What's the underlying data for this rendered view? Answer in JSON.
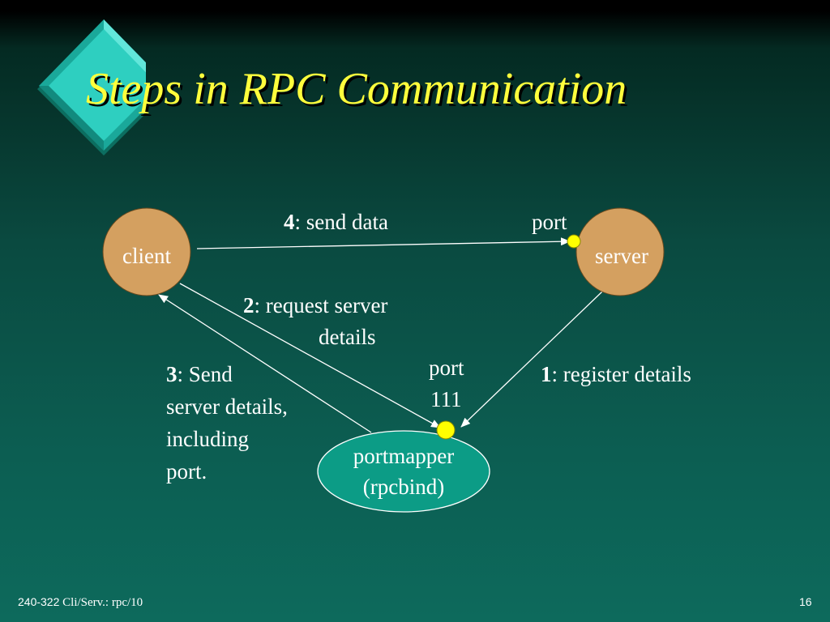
{
  "slide": {
    "title": "Steps in RPC Communication",
    "footer_course": "240-322",
    "footer_rest": "Cli/Serv.: rpc/10",
    "page_number": "16"
  },
  "nodes": {
    "client": "client",
    "server": "server",
    "portmapper_line1": "portmapper",
    "portmapper_line2": "(rpcbind)"
  },
  "labels": {
    "step4_num": "4",
    "step4_text": ": send data",
    "step2_num": "2",
    "step2_text": ": request server",
    "step2_text2": "details",
    "step3_num": "3",
    "step3_text": ": Send",
    "step3_line2": "server details,",
    "step3_line3": "including",
    "step3_line4": "port.",
    "step1_num": "1",
    "step1_text": ": register details",
    "port_server": "port",
    "port_pm_line1": "port",
    "port_pm_line2": "111"
  },
  "colors": {
    "title": "#ffff3c",
    "node_fill": "#d4a060",
    "portmapper_fill": "#0c9c86",
    "port_dot": "#ffff00",
    "diamond": "#2ecfc0"
  }
}
